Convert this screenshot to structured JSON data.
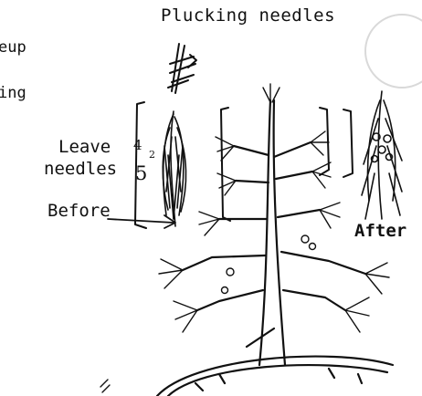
{
  "title": "Plucking needles",
  "edge_text": {
    "line1": "eup",
    "line2": "ing"
  },
  "labels": {
    "leave_line1": "Leave",
    "leave_line2": "needles",
    "fraction_top": "4",
    "fraction_sub": "2",
    "fraction_bottom": "5",
    "before": "Before",
    "after": "After"
  },
  "colors": {
    "ink": "#111111",
    "paper": "#ffffff",
    "ring": "#d9d9d9"
  }
}
